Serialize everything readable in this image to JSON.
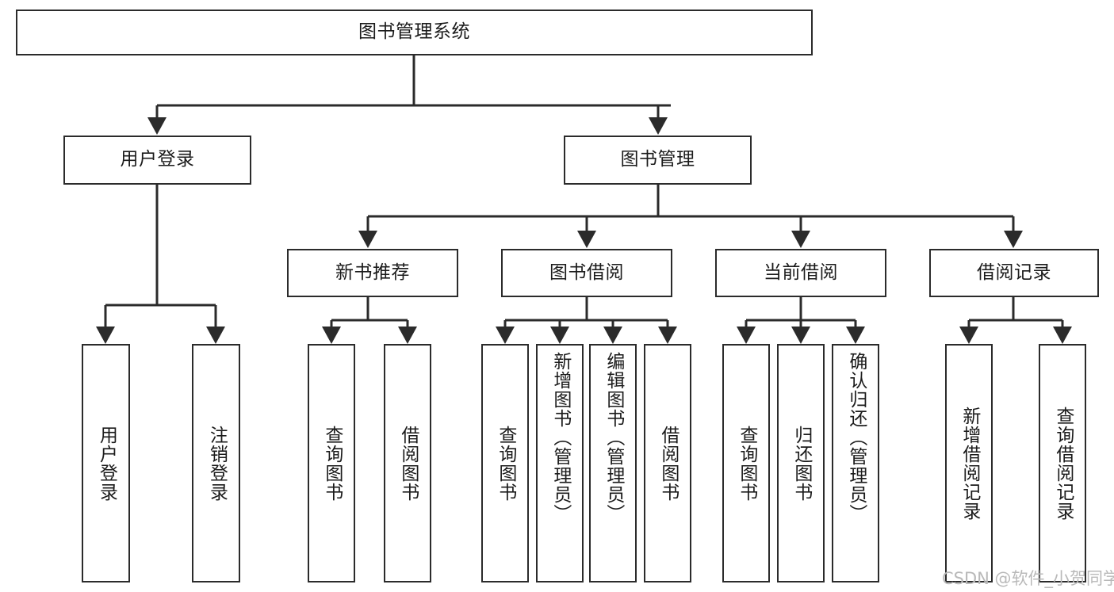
{
  "diagram": {
    "title": "图书管理系统",
    "type": "tree-hierarchy-diagram",
    "colors": {
      "stroke": "#2b2b2b",
      "fill": "#ffffff",
      "text": "#1b1b1b",
      "watermark": "#b9b9b9"
    },
    "root": {
      "id": "root",
      "label": "图书管理系统"
    },
    "level2": [
      {
        "id": "user-login",
        "label": "用户登录"
      },
      {
        "id": "book-management",
        "label": "图书管理"
      }
    ],
    "level3": [
      {
        "id": "new-book-recommend",
        "label": "新书推荐",
        "parent": "book-management"
      },
      {
        "id": "book-borrow",
        "label": "图书借阅",
        "parent": "book-management"
      },
      {
        "id": "current-borrow",
        "label": "当前借阅",
        "parent": "book-management"
      },
      {
        "id": "borrow-record",
        "label": "借阅记录",
        "parent": "book-management"
      }
    ],
    "leaves": [
      {
        "id": "leaf-user-login",
        "label": "用户登录",
        "parent": "user-login"
      },
      {
        "id": "leaf-logout-login",
        "label": "注销登录",
        "parent": "user-login"
      },
      {
        "id": "leaf-query-book-1",
        "label": "查询图书",
        "parent": "new-book-recommend"
      },
      {
        "id": "leaf-borrow-book-1",
        "label": "借阅图书",
        "parent": "new-book-recommend"
      },
      {
        "id": "leaf-query-book-2",
        "label": "查询图书",
        "parent": "book-borrow"
      },
      {
        "id": "leaf-add-book",
        "label": "新增图书（管理员）",
        "parent": "book-borrow"
      },
      {
        "id": "leaf-edit-book",
        "label": "编辑图书（管理员）",
        "parent": "book-borrow"
      },
      {
        "id": "leaf-borrow-book-2",
        "label": "借阅图书",
        "parent": "book-borrow"
      },
      {
        "id": "leaf-query-book-3",
        "label": "查询图书",
        "parent": "current-borrow"
      },
      {
        "id": "leaf-return-book",
        "label": "归还图书",
        "parent": "current-borrow"
      },
      {
        "id": "leaf-confirm-return",
        "label": "确认归还（管理员）",
        "parent": "current-borrow"
      },
      {
        "id": "leaf-add-borrow-record",
        "label": "新增借阅记录",
        "parent": "borrow-record"
      },
      {
        "id": "leaf-query-borrow-record",
        "label": "查询借阅记录",
        "parent": "borrow-record"
      }
    ],
    "watermark": "CSDN @软件_小贺同学"
  }
}
